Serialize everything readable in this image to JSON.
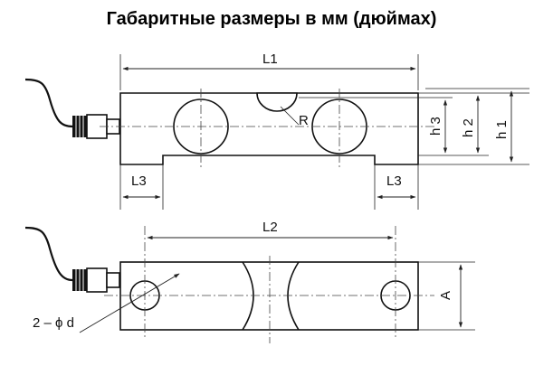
{
  "title": "Габаритные размеры в мм (дюймах)",
  "labels": {
    "L1": "L1",
    "L2": "L2",
    "L3_left": "L3",
    "L3_right": "L3",
    "R": "R",
    "h1": "h 1",
    "h2": "h 2",
    "h3": "h 3",
    "A": "A",
    "hole": "2 – ϕ d"
  }
}
